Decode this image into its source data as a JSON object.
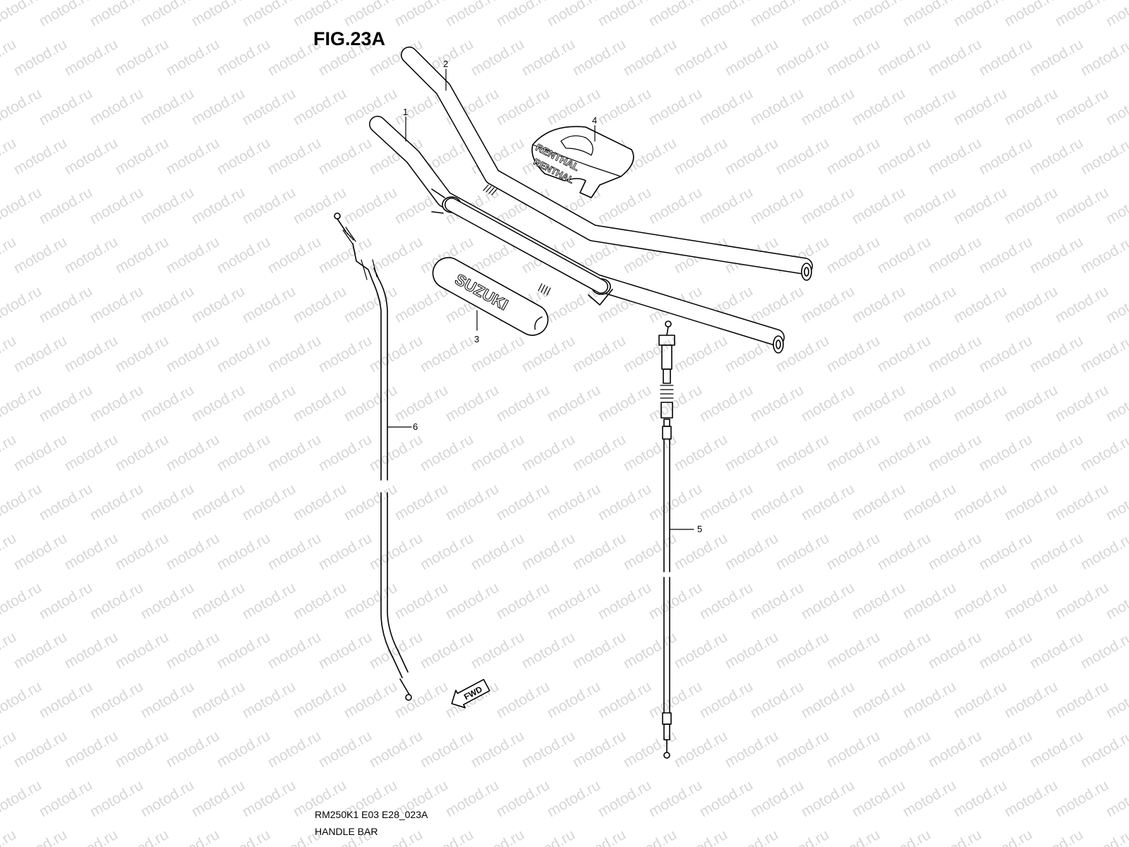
{
  "figure": {
    "title": "FIG.23A",
    "model_code": "RM250K1 E03 E28_023A",
    "caption": "HANDLE BAR"
  },
  "watermark": {
    "text": "motod.ru",
    "color": "#d6d6d6"
  },
  "callouts": [
    {
      "number": "1",
      "part": "handlebar"
    },
    {
      "number": "2",
      "part": "handlebar"
    },
    {
      "number": "3",
      "part": "crossbar pad"
    },
    {
      "number": "4",
      "part": "bar pad"
    },
    {
      "number": "5",
      "part": "cable"
    },
    {
      "number": "6",
      "part": "cable"
    }
  ],
  "brands": {
    "pad_3": "SUZUKI",
    "pad_4_top": "RENTHAL",
    "pad_4_front": "RENTHAL"
  },
  "direction_arrow": "FWD",
  "colors": {
    "line": "#000000",
    "background": "#ffffff"
  }
}
